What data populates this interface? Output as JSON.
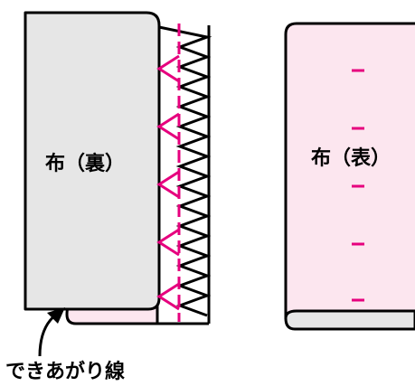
{
  "diagram": {
    "left_fabric_label": "布（裏）",
    "right_fabric_label": "布（表）",
    "finish_line_label": "できあがり線"
  },
  "colors": {
    "fabric_back": "#e6e6e6",
    "fabric_front": "#fce6ef",
    "stitch": "#e6007e",
    "outline": "#000000"
  }
}
